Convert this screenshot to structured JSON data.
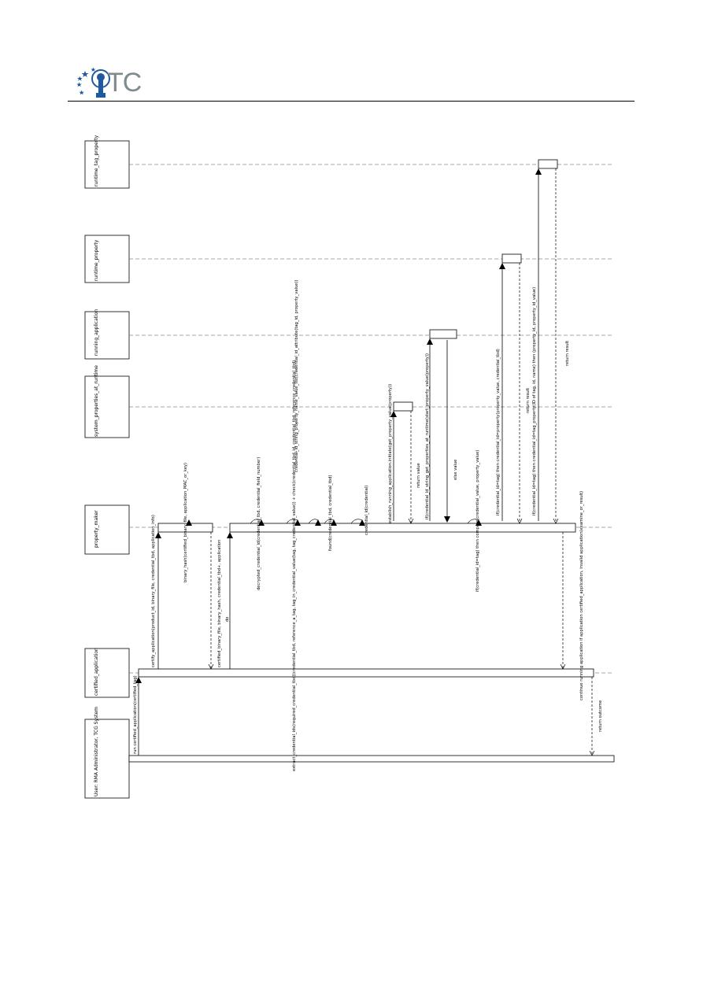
{
  "header": {
    "logo_text": "TC",
    "logo_icon": "keyhole-with-stars-icon",
    "colors": {
      "logo_text": "#7f8c8d",
      "logo_key": "#1f5aa0",
      "stars": "#1f5aa0"
    }
  },
  "diagram": {
    "participants": [
      "User: RMA Administrator, TCG System",
      "certified_application",
      "property_maker",
      "system_properties_at_runtime",
      "running_application",
      "runtime_property",
      "runtime_tag_property"
    ],
    "messages": [
      "run certified_application(certified_tag)",
      "certify_application(product_id, binary_file, credential_tbd, application_info)",
      "binary_hash(certified_binary_file, application_MAC_or_key)",
      "certified_binary_file, binary_hash, credential_tbd+, application",
      "do",
      "extract_credential_ids(required_credential_tbd)(credential_tbd, reference_a_tag, tag_in_credential_value(tag, tag_credential_value)) + check(credential_tbd_id, credential_tbd, reference_credential_tbd)",
      "decrypted_credential_id(credential_tbd, credential_field_number)",
      "credential_id_string_property_name_value_list(credential_id_attribute(tag_id, property_value))",
      "found(credential_tbd, credential_tbd)",
      "credential_id(credential)",
      "establish_running_application.initiate(get_property_value(property))",
      "return value",
      "if(credential_id_string_get_properties_at_runtime(start_property_value(property))",
      "else value",
      "if(credential_id=tag) then compare(credential_value, property_value)",
      "if(credential_id=tag) then credential_id=property(property_value, credential_tbd)",
      "return result",
      "if(credential_id=tag) then credential_id=tag_property(ID of tag, id, name) then (property_id, property_id_value)",
      "return result",
      "continue running application if application certified_application, invalid application(examine_or_result)",
      "return outcome"
    ]
  }
}
